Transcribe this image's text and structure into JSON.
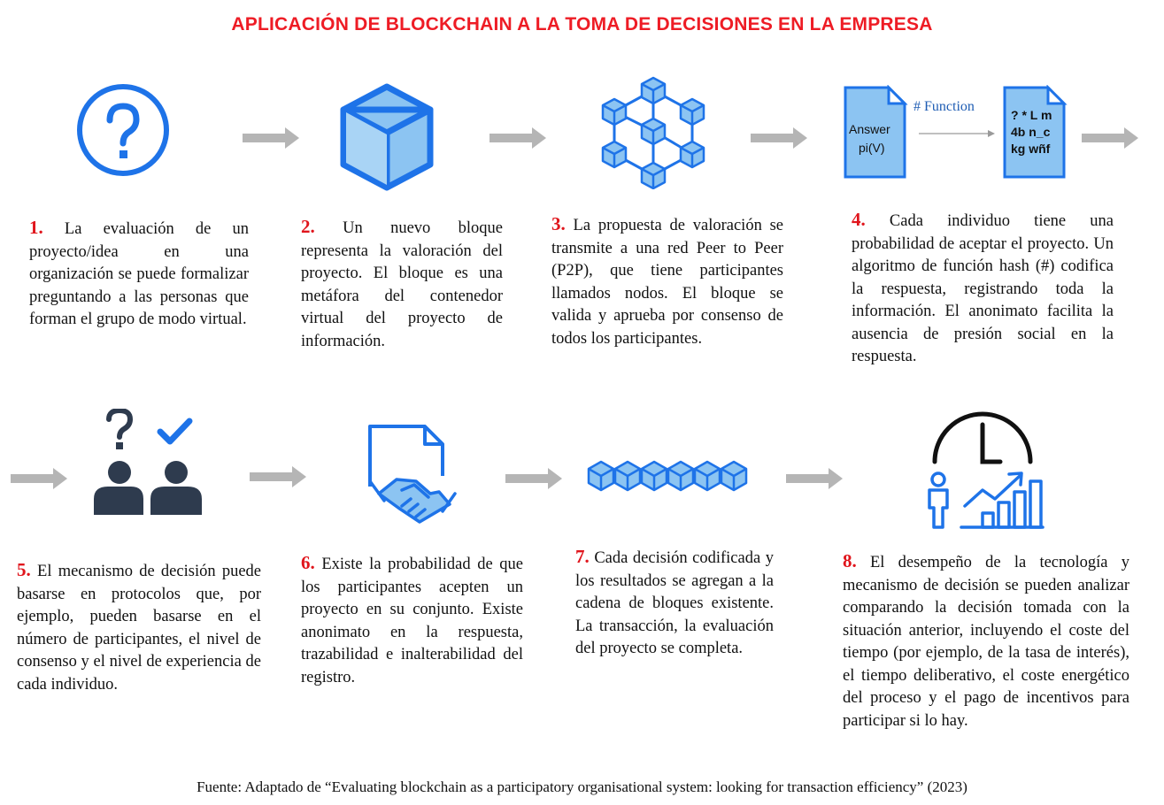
{
  "title": "APLICACIÓN DE BLOCKCHAIN A LA TOMA DE DECISIONES EN LA EMPRESA",
  "colors": {
    "title": "#ee1c25",
    "number": "#e0151c",
    "blue": "#1e73e8",
    "light_blue": "#8cc4f2",
    "arrow": "#b5b5b5",
    "dark": "#2e3b4e"
  },
  "icons": {
    "step1": "question-circle-icon",
    "step2": "cube-icon",
    "step3": "network-cubes-icon",
    "step4": "hash-function-documents-icon",
    "step5": "people-question-check-icon",
    "step6": "handshake-document-icon",
    "step7": "cube-chain-icon",
    "step8": "clock-person-growth-icon"
  },
  "hash_diagram": {
    "input_doc": [
      "Answer",
      "pi(V)"
    ],
    "function_label": "# Function",
    "output_doc": [
      "? * L m",
      "4b n_c",
      "kg wñf"
    ]
  },
  "steps": [
    {
      "number": "1.",
      "text": "La evaluación de un proyecto/idea en una organización se puede formalizar preguntando a las personas que forman el grupo de modo virtual."
    },
    {
      "number": "2.",
      "text": "Un nuevo bloque representa la valoración del proyecto. El bloque es una metáfora del contenedor virtual del proyecto de información."
    },
    {
      "number": "3.",
      "text": "La propuesta de valoración se transmite a una red Peer to Peer (P2P), que tiene participantes llamados nodos. El bloque se valida y aprueba por consenso de todos los participantes."
    },
    {
      "number": "4.",
      "text": "Cada individuo tiene una probabilidad de aceptar el proyecto. Un algoritmo de función hash (#) codifica la respuesta, registrando toda la información. El anonimato facilita la ausencia de presión social en la respuesta."
    },
    {
      "number": "5.",
      "text": "El mecanismo de decisión puede basarse en protocolos que, por ejemplo, pueden basarse en el número de participantes, el nivel de consenso y el nivel de experiencia de cada individuo."
    },
    {
      "number": "6.",
      "text": "Existe la probabilidad de que los participantes acepten un proyecto en su conjunto. Existe anonimato en la respuesta, trazabilidad e inalterabilidad del registro."
    },
    {
      "number": "7.",
      "text": "Cada decisión codificada y los resultados se agregan a la cadena de bloques existente. La transacción, la evaluación del proyecto se completa."
    },
    {
      "number": "8.",
      "text": "El desempeño de la tecnología y mecanismo de decisión se pueden analizar comparando la decisión tomada con la situación anterior, incluyendo el coste del tiempo (por ejemplo, de la tasa de interés), el tiempo deliberativo, el coste energético del proceso y el pago de incentivos para participar si lo hay."
    }
  ],
  "source": "Fuente: Adaptado de “Evaluating blockchain as a participatory organisational system: looking for transaction efficiency” (2023)"
}
